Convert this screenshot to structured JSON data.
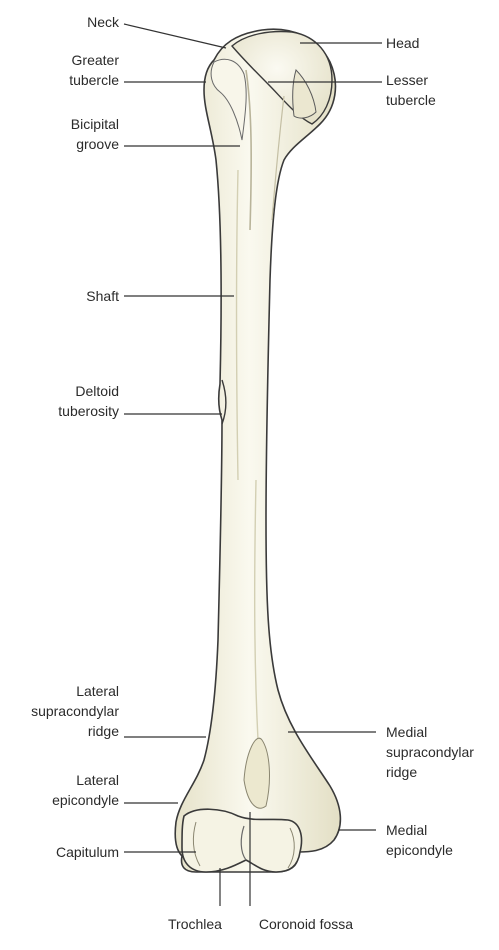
{
  "labels": {
    "neck": "Neck",
    "greater_tubercle": [
      "Greater",
      "tubercle"
    ],
    "bicipital_groove": [
      "Bicipital",
      "groove"
    ],
    "shaft": "Shaft",
    "deltoid_tuberosity": [
      "Deltoid",
      "tuberosity"
    ],
    "lateral_supracondylar_ridge": [
      "Lateral",
      "supracondylar",
      "ridge"
    ],
    "lateral_epicondyle": [
      "Lateral",
      "epicondyle"
    ],
    "capitulum": "Capitulum",
    "trochlea": "Trochlea",
    "coronoid_fossa": "Coronoid fossa",
    "head": "Head",
    "lesser_tubercle": [
      "Lesser",
      "tubercle"
    ],
    "medial_supracondylar_ridge": [
      "Medial",
      "supracondylar",
      "ridge"
    ],
    "medial_epicondyle": [
      "Medial",
      "epicondyle"
    ]
  },
  "colors": {
    "bone_fill": "#f3f1e1",
    "bone_shade": "#e3dfc4",
    "outline": "#3a3a3a",
    "leader": "#333333"
  }
}
